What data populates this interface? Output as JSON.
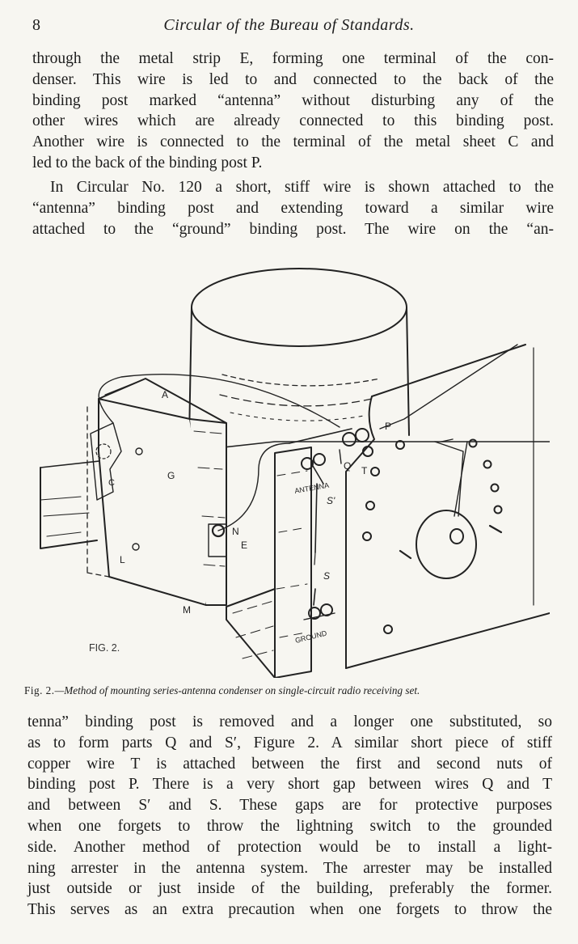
{
  "header": {
    "page_number": "8",
    "running_head": "Circular of the Bureau of Standards."
  },
  "para1": [
    "through the metal strip E, forming one terminal of the con-",
    "denser. This wire is led to and connected to the back of the",
    "binding post marked “antenna” without disturbing any of the",
    "other wires which are already connected to this binding post.",
    "Another wire is connected to the terminal of the metal sheet C and",
    "led to the back of the binding post P."
  ],
  "para2": [
    "In Circular No. 120 a short, stiff wire is shown attached to the",
    "“antenna” binding post and extending toward a similar wire",
    "attached to the “ground” binding post. The wire on the “an-"
  ],
  "figure": {
    "label": "FIG. 2.",
    "part_labels": {
      "A": "A",
      "C": "C",
      "G": "G",
      "N": "N",
      "E": "E",
      "L": "L",
      "M": "M",
      "P": "P",
      "Q": "Q",
      "T": "T",
      "S_prime": "S'",
      "S": "S",
      "antenna": "ANTENNA",
      "ground": "GROUND"
    }
  },
  "caption": {
    "label": "Fig. 2.",
    "text": "—Method of mounting series-antenna condenser on single-circuit radio receiving set."
  },
  "para3": [
    "tenna” binding post is removed and a longer one substituted, so",
    "as to form parts Q and S′, Figure 2. A similar short piece of stiff",
    "copper wire T is attached between the first and second nuts of",
    "binding post P. There is a very short gap between wires Q and T",
    "and between S′ and S. These gaps are for protective purposes",
    "when one forgets to throw the lightning switch to the grounded",
    "side. Another method of protection would be to install a light-",
    "ning arrester in the antenna system. The arrester may be installed",
    "just outside or just inside of the building, preferably the former.",
    "This serves as an extra precaution when one forgets to throw the"
  ]
}
